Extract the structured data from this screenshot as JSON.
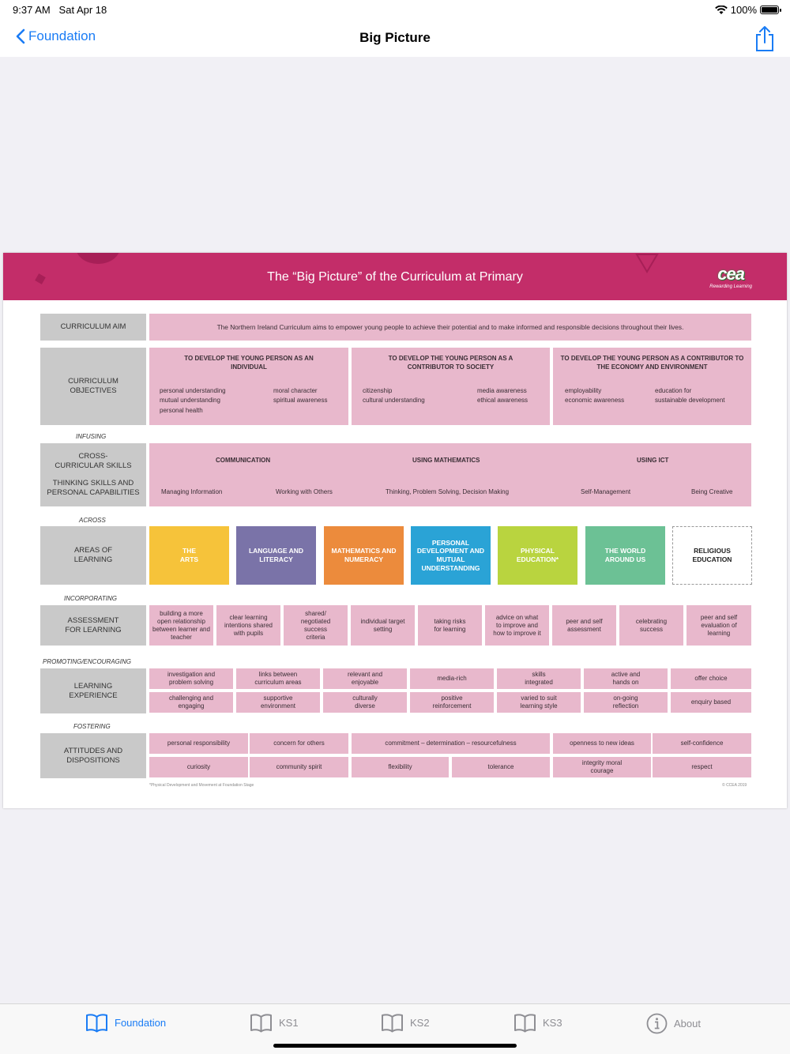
{
  "status": {
    "time": "9:37 AM",
    "date": "Sat Apr 18",
    "battery": "100%"
  },
  "nav": {
    "back_label": "Foundation",
    "title": "Big Picture"
  },
  "poster": {
    "title": "The “Big Picture” of the Curriculum at Primary",
    "logo": {
      "text": "cea",
      "tagline": "Rewarding Learning"
    },
    "curriculum_aim": {
      "label": "CURRICULUM AIM",
      "text": "The Northern Ireland Curriculum aims to empower young people to achieve their potential and to make informed and responsible decisions throughout their lives."
    },
    "objectives": {
      "label": "CURRICULUM OBJECTIVES",
      "columns": [
        {
          "title": "TO DEVELOP THE YOUNG PERSON AS AN INDIVIDUAL",
          "left": "personal understanding\nmutual understanding\npersonal health",
          "right": "moral character\nspiritual awareness"
        },
        {
          "title": "TO DEVELOP THE YOUNG PERSON AS A CONTRIBUTOR TO SOCIETY",
          "left": "citizenship\ncultural understanding",
          "right": "media awareness\nethical awareness"
        },
        {
          "title": "TO DEVELOP THE YOUNG PERSON AS A CONTRIBUTOR TO THE ECONOMY AND ENVIRONMENT",
          "left": "employability\neconomic awareness",
          "right": "education for\nsustainable development"
        }
      ]
    },
    "infusing": "INFUSING",
    "cross_curricular": {
      "label1": "CROSS-CURRICULAR SKILLS",
      "label2": "THINKING SKILLS AND PERSONAL CAPABILITIES",
      "skills": [
        "COMMUNICATION",
        "USING MATHEMATICS",
        "USING ICT"
      ],
      "capabilities": [
        "Managing Information",
        "Working with Others",
        "Thinking, Problem Solving, Decision Making",
        "Self-Management",
        "Being Creative"
      ]
    },
    "across": "ACROSS",
    "areas": {
      "label": "AREAS OF LEARNING",
      "items": [
        {
          "name": "THE ARTS",
          "color": "#f6c33a"
        },
        {
          "name": "LANGUAGE AND LITERACY",
          "color": "#7a73a8"
        },
        {
          "name": "MATHEMATICS AND NUMERACY",
          "color": "#ec8b3c"
        },
        {
          "name": "PERSONAL DEVELOPMENT AND MUTUAL UNDERSTANDING",
          "color": "#2aa3d6"
        },
        {
          "name": "PHYSICAL EDUCATION*",
          "color": "#b9d43f"
        },
        {
          "name": "THE WORLD AROUND US",
          "color": "#6cc195"
        },
        {
          "name": "RELIGIOUS EDUCATION",
          "color": "#ffffff"
        }
      ]
    },
    "incorporating": "INCORPORATING",
    "assessment": {
      "label": "ASSESSMENT FOR LEARNING",
      "items": [
        "building a more open relationship between learner and teacher",
        "clear learning intentions shared with pupils",
        "shared/ negotiated success criteria",
        "individual target setting",
        "taking risks for learning",
        "advice on what to improve and how to improve it",
        "peer and self assessment",
        "celebrating success",
        "peer and self evaluation of learning"
      ]
    },
    "promoting": "PROMOTING/ENCOURAGING",
    "experience": {
      "label": "LEARNING EXPERIENCE",
      "row1": [
        "investigation and problem solving",
        "links between curriculum areas",
        "relevant and enjoyable",
        "media-rich",
        "skills integrated",
        "active and hands on",
        "offer choice"
      ],
      "row2": [
        "challenging and engaging",
        "supportive environment",
        "culturally diverse",
        "positive reinforcement",
        "varied to suit learning style",
        "on-going reflection",
        "enquiry based"
      ]
    },
    "fostering": "FOSTERING",
    "attitudes": {
      "label": "ATTITUDES AND DISPOSITIONS",
      "row1": [
        "personal responsibility",
        "concern for others",
        "commitment – determination – resourcefulness",
        "openness to new ideas",
        "self-confidence"
      ],
      "row2": [
        "curiosity",
        "community spirit",
        "flexibility",
        "tolerance",
        "integrity moral courage",
        "respect"
      ]
    },
    "footnote": "*Physical Development and Movement at Foundation Stage",
    "copyright": "© CCEA 2019"
  },
  "tabs": [
    {
      "label": "Foundation",
      "icon": "book-icon",
      "active": true
    },
    {
      "label": "KS1",
      "icon": "book-icon",
      "active": false
    },
    {
      "label": "KS2",
      "icon": "book-icon",
      "active": false
    },
    {
      "label": "KS3",
      "icon": "book-icon",
      "active": false
    },
    {
      "label": "About",
      "icon": "info-icon",
      "active": false
    }
  ],
  "colors": {
    "accent": "#1a7cf5",
    "banner": "#c32d69",
    "pink_cell": "#e8b8cc",
    "label_cell": "#c9c9c9"
  }
}
